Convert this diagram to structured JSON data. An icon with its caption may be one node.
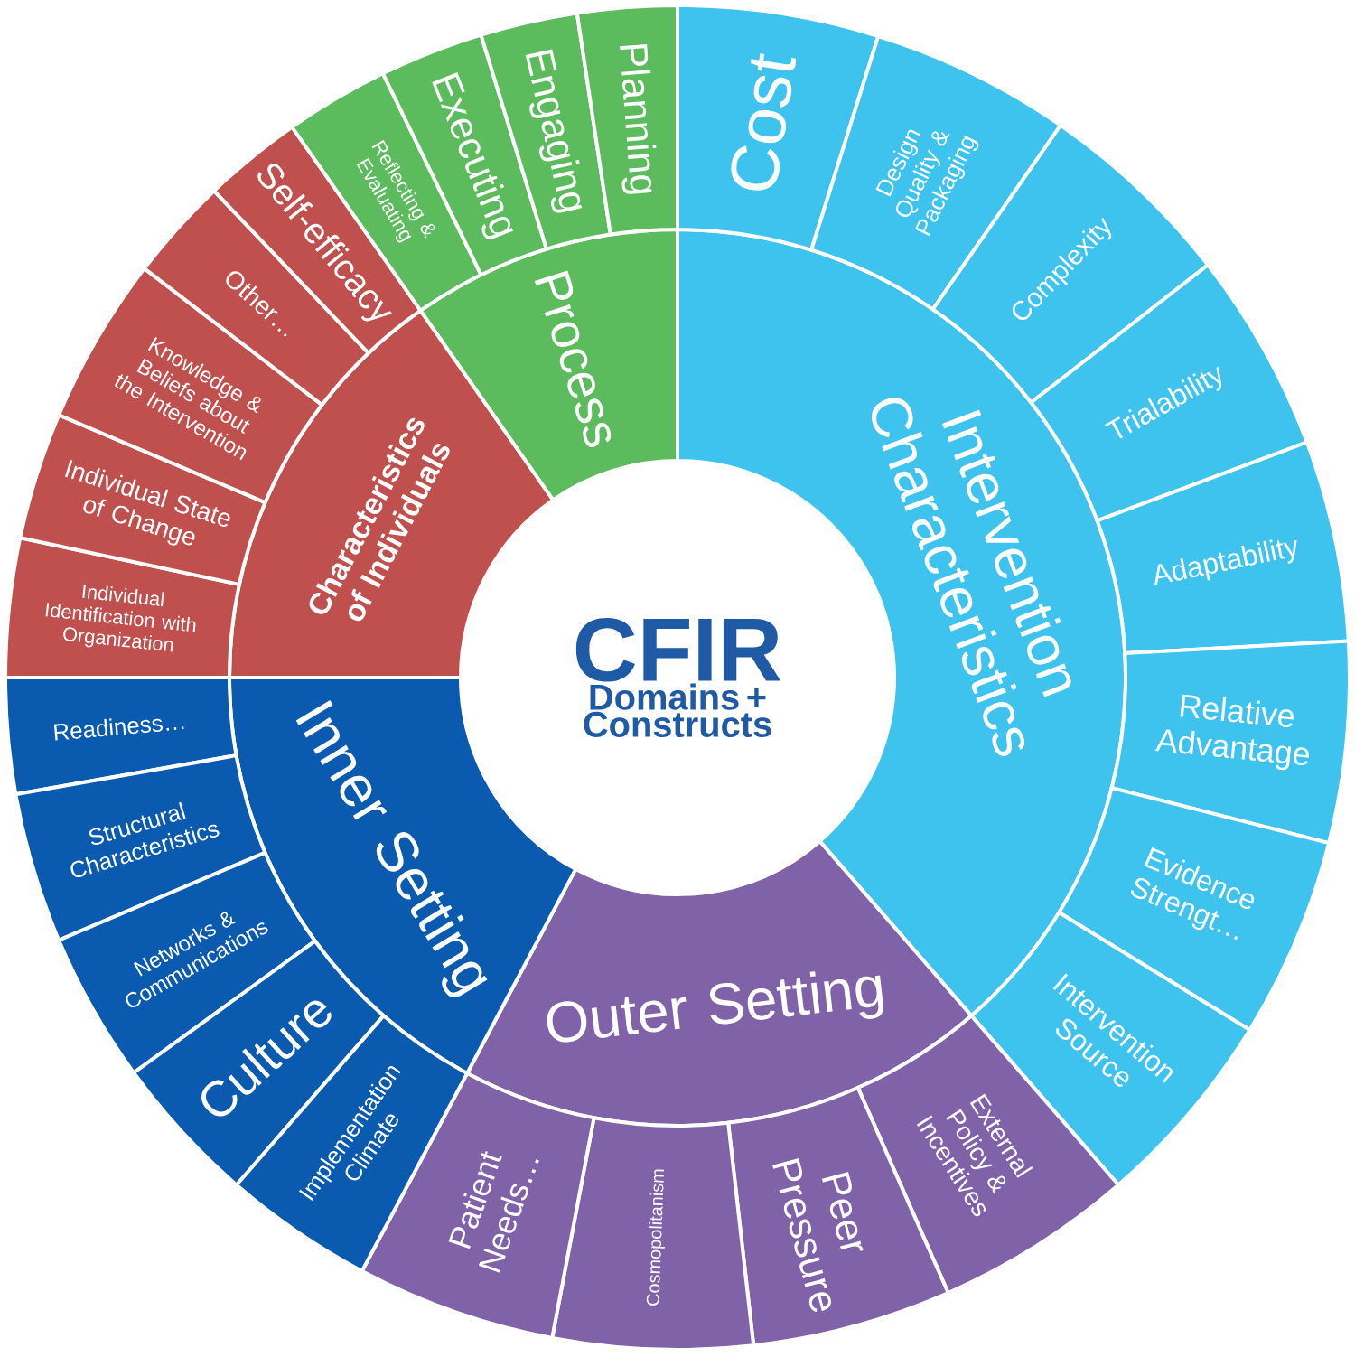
{
  "diagram": {
    "nodes": [
      {
        "text": [
          "CFIR",
          "Domains + Constructs"
        ]
      },
      {
        "text": [
          "Intervention Characteristics"
        ]
      },
      {
        "text": [
          "Outer Setting"
        ]
      },
      {
        "text": [
          "Inner Setting"
        ]
      },
      {
        "text": [
          "Characteristics of Individuals"
        ]
      },
      {
        "text": [
          "Process"
        ]
      },
      {
        "text": [
          "Cost"
        ]
      },
      {
        "text": [
          "Design Quality & Packaging"
        ]
      },
      {
        "text": [
          "Complexity"
        ]
      },
      {
        "text": [
          "Trialability"
        ]
      },
      {
        "text": [
          "Adaptability"
        ]
      },
      {
        "text": [
          "Relative Advantage"
        ]
      },
      {
        "text": [
          "Evidence Strengt…"
        ]
      },
      {
        "text": [
          "Intervention Source"
        ]
      },
      {
        "text": [
          "External Policy & Incentives"
        ]
      },
      {
        "text": [
          "Peer Pressure"
        ]
      },
      {
        "text": [
          "Cosmopolitanism"
        ]
      },
      {
        "text": [
          "Patient Needs…"
        ]
      },
      {
        "text": [
          "Readiness…"
        ]
      },
      {
        "text": [
          "Structural Characteristics"
        ]
      },
      {
        "text": [
          "Networks & Communications"
        ]
      },
      {
        "text": [
          "Culture"
        ]
      },
      {
        "text": [
          "Implementation Climate"
        ]
      },
      {
        "text": [
          "Individual Identification with Organization"
        ]
      },
      {
        "text": [
          "Individual State of Change"
        ]
      },
      {
        "text": [
          "Knowledge & Beliefs about the Intervention"
        ]
      },
      {
        "text": [
          "Other…"
        ]
      },
      {
        "text": [
          "Self-efficacy"
        ]
      },
      {
        "text": [
          "Reflecting & Evaluating"
        ]
      },
      {
        "text": [
          "Executing"
        ]
      },
      {
        "text": [
          "Engaging"
        ]
      },
      {
        "text": [
          "Planning"
        ]
      }
    ]
  }
}
